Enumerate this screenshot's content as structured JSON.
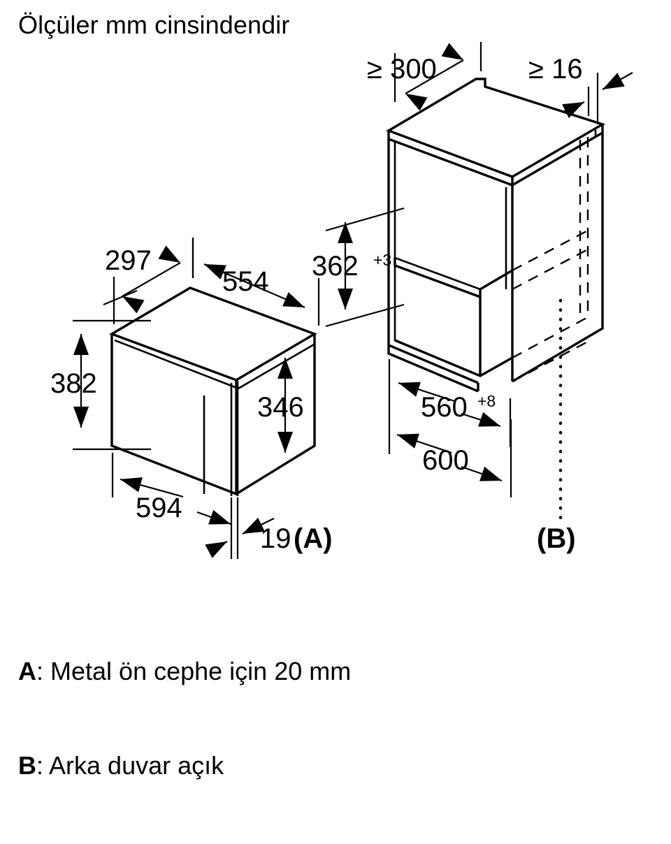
{
  "title": "Ölçüler mm cinsindendir",
  "units_note": "mm",
  "appliance": {
    "label": "built-in microwave appliance",
    "dimensions": {
      "depth_top": "297",
      "width_top": "554",
      "height_left": "382",
      "height_right": "346",
      "width_front": "594",
      "front_panel_thickness": "19",
      "front_panel_ref": "(A)"
    }
  },
  "cabinet": {
    "label": "niche cabinet",
    "dimensions": {
      "top_clearance": "≥ 300",
      "side_thickness": "≥ 16",
      "niche_height": "362",
      "niche_height_tolerance": "+3",
      "niche_width": "560",
      "niche_width_tolerance": "+8",
      "cabinet_width": "600",
      "rear_wall_ref": "(B)"
    }
  },
  "legend": [
    {
      "key": "A",
      "separator": ": ",
      "text": "Metal ön cephe için 20 mm"
    },
    {
      "key": "B",
      "separator": ": ",
      "text": "Arka duvar açık"
    }
  ],
  "colors": {
    "line": "#000000",
    "background": "#ffffff",
    "text": "#000000"
  }
}
